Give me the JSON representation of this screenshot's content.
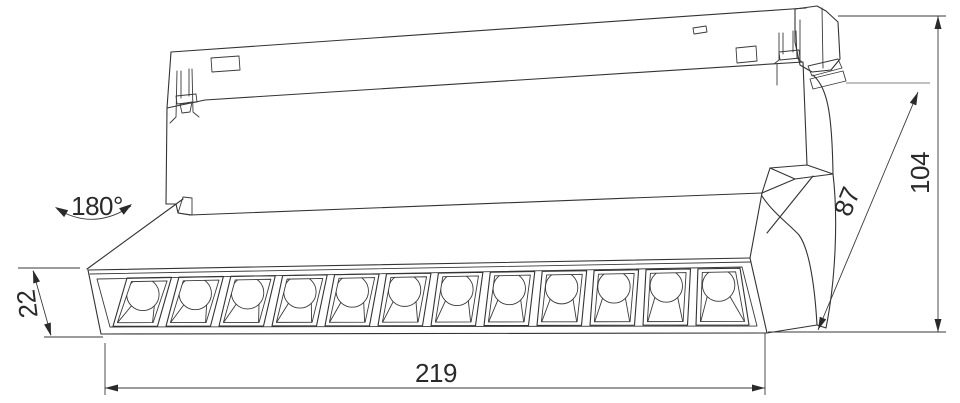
{
  "drawing": {
    "type": "dimensional-line-drawing",
    "subject": "track-mounted linear spot light fixture, side view"
  },
  "dimensions": {
    "rotation_angle": {
      "label": "180°"
    },
    "body_height": {
      "label": "22"
    },
    "body_length": {
      "label": "219"
    },
    "drop_depth": {
      "label": "87"
    },
    "total_height": {
      "label": "104"
    }
  },
  "fixture": {
    "cell_count": 12
  },
  "colors": {
    "line": "#333333",
    "light_extension_line": "#9a9a9a",
    "text": "#2a2a2a",
    "background": "#ffffff"
  }
}
